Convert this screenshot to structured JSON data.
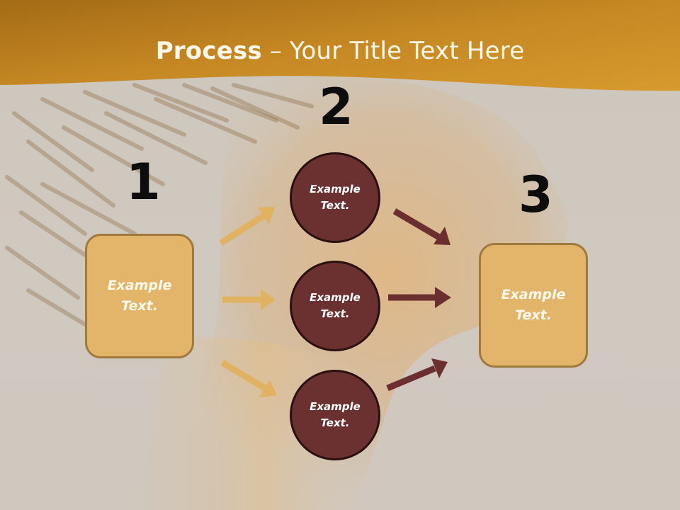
{
  "title": {
    "bold": "Process",
    "rest": " – Your Title Text Here"
  },
  "steps": {
    "one": "1",
    "two": "2",
    "three": "3"
  },
  "boxes": {
    "left": "Example Text.",
    "right": "Example Text."
  },
  "circles": {
    "top": "Example Text.",
    "middle": "Example Text.",
    "bottom": "Example Text."
  },
  "colors": {
    "header": "#c98a22",
    "box": "#e3b56a",
    "circle": "#6b3030",
    "arrow_gold": "#e0b262",
    "arrow_maroon": "#6b2f2f"
  }
}
